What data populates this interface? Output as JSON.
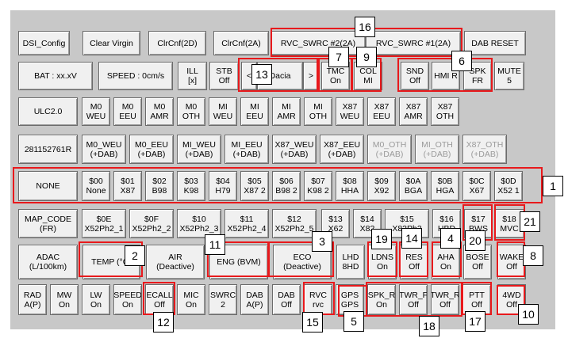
{
  "buttons": [
    {
      "id": "dsi-config",
      "label": "DSI_Config"
    },
    {
      "id": "clear-virgin",
      "label": "Clear Virgin"
    },
    {
      "id": "clrcnf-2d",
      "label": "ClrCnf(2D)"
    },
    {
      "id": "clrcnf-2a",
      "label": "ClrCnf(2A)"
    },
    {
      "id": "rvc-swrc-2",
      "label": "RVC_SWRC #2(2A)"
    },
    {
      "id": "rvc-swrc-1",
      "label": "RVC_SWRC #1(2A)"
    },
    {
      "id": "dab-reset",
      "label": "DAB RESET"
    },
    {
      "id": "bat",
      "label": "BAT : xx.xV"
    },
    {
      "id": "speed",
      "label": "SPEED : 0cm/s"
    },
    {
      "id": "ill",
      "label": "ILL\n[x]"
    },
    {
      "id": "stb",
      "label": "STB\nOff"
    },
    {
      "id": "prev",
      "label": "<"
    },
    {
      "id": "brand",
      "label": "Dacia"
    },
    {
      "id": "next",
      "label": ">"
    },
    {
      "id": "tmc",
      "label": "TMC\nOn"
    },
    {
      "id": "col",
      "label": "COL\nMI"
    },
    {
      "id": "snd",
      "label": "SND\nOff"
    },
    {
      "id": "hmi",
      "label": "HMI R"
    },
    {
      "id": "spk",
      "label": "SPK\nFR"
    },
    {
      "id": "mute",
      "label": "MUTE\n5"
    },
    {
      "id": "ulc",
      "label": "ULC2.0"
    },
    {
      "id": "m0-weu",
      "label": "M0\nWEU"
    },
    {
      "id": "m0-eeu",
      "label": "M0\nEEU"
    },
    {
      "id": "m0-amr",
      "label": "M0\nAMR"
    },
    {
      "id": "m0-oth",
      "label": "M0\nOTH"
    },
    {
      "id": "mi-weu",
      "label": "MI\nWEU"
    },
    {
      "id": "mi-eeu",
      "label": "MI\nEEU"
    },
    {
      "id": "mi-amr",
      "label": "MI\nAMR"
    },
    {
      "id": "mi-oth",
      "label": "MI\nOTH"
    },
    {
      "id": "x87-weu",
      "label": "X87\nWEU"
    },
    {
      "id": "x87-eeu",
      "label": "X87\nEEU"
    },
    {
      "id": "x87-amr",
      "label": "X87\nAMR"
    },
    {
      "id": "x87-oth",
      "label": "X87\nOTH"
    },
    {
      "id": "part-no",
      "label": "281152761R"
    },
    {
      "id": "m0-weu-dab",
      "label": "M0_WEU\n(+DAB)"
    },
    {
      "id": "m0-eeu-dab",
      "label": "M0_EEU\n(+DAB)"
    },
    {
      "id": "mi-weu-dab",
      "label": "MI_WEU\n(+DAB)"
    },
    {
      "id": "mi-eeu-dab",
      "label": "MI_EEU\n(+DAB)"
    },
    {
      "id": "x87-weu-dab",
      "label": "X87_WEU\n(+DAB)"
    },
    {
      "id": "x87-eeu-dab",
      "label": "X87_EEU\n(+DAB)"
    },
    {
      "id": "m0-oth-dab",
      "label": "M0_OTH\n(+DAB)",
      "disabled": true
    },
    {
      "id": "mi-oth-dab",
      "label": "MI_OTH\n(+DAB)",
      "disabled": true
    },
    {
      "id": "x87-oth-dab",
      "label": "X87_OTH\n(+DAB)",
      "disabled": true
    },
    {
      "id": "none",
      "label": "NONE"
    },
    {
      "id": "code-00",
      "label": "$00\nNone"
    },
    {
      "id": "code-01",
      "label": "$01\nX87"
    },
    {
      "id": "code-02",
      "label": "$02\nB98"
    },
    {
      "id": "code-03",
      "label": "$03\nK98"
    },
    {
      "id": "code-04",
      "label": "$04\nH79"
    },
    {
      "id": "code-05",
      "label": "$05\nX87 2"
    },
    {
      "id": "code-06",
      "label": "$06\nB98 2"
    },
    {
      "id": "code-07",
      "label": "$07\nK98 2"
    },
    {
      "id": "code-08",
      "label": "$08\nHHA"
    },
    {
      "id": "code-09",
      "label": "$09\nX92"
    },
    {
      "id": "code-0a",
      "label": "$0A\nBGA"
    },
    {
      "id": "code-0b",
      "label": "$0B\nHGA"
    },
    {
      "id": "code-0c",
      "label": "$0C\nX67"
    },
    {
      "id": "code-0d",
      "label": "$0D\nX52 1"
    },
    {
      "id": "map-code",
      "label": "MAP_CODE\n(FR)"
    },
    {
      "id": "code-0e",
      "label": "$0E\nX52Ph2_1"
    },
    {
      "id": "code-0f",
      "label": "$0F\nX52Ph2_2"
    },
    {
      "id": "code-10",
      "label": "$10\nX52Ph2_3"
    },
    {
      "id": "code-11",
      "label": "$11\nX52Ph2_4"
    },
    {
      "id": "code-12",
      "label": "$12\nX52Ph2_5"
    },
    {
      "id": "code-13",
      "label": "$13\nX62"
    },
    {
      "id": "code-14",
      "label": "$14\nX82"
    },
    {
      "id": "code-15",
      "label": "$15\nX82Ph2"
    },
    {
      "id": "code-16",
      "label": "$16\nHBD"
    },
    {
      "id": "code-17",
      "label": "$17\nBWS"
    },
    {
      "id": "code-18",
      "label": "$18\nMVC"
    },
    {
      "id": "adac",
      "label": "ADAC\n(L/100km)"
    },
    {
      "id": "temp",
      "label": "TEMP (°C)"
    },
    {
      "id": "air",
      "label": "AIR\n(Deactive)"
    },
    {
      "id": "eng",
      "label": "ENG (BVM)"
    },
    {
      "id": "eco",
      "label": "ECO\n(Deactive)"
    },
    {
      "id": "lhd",
      "label": "LHD\n8HD"
    },
    {
      "id": "ldns",
      "label": "LDNS\nOn"
    },
    {
      "id": "res",
      "label": "RES\nOff"
    },
    {
      "id": "aha",
      "label": "AHA\nOn"
    },
    {
      "id": "bose",
      "label": "BOSE\nOff"
    },
    {
      "id": "wake",
      "label": "WAKE\nOff"
    },
    {
      "id": "rad",
      "label": "RAD\nA(P)"
    },
    {
      "id": "mw",
      "label": "MW\nOn"
    },
    {
      "id": "lw",
      "label": "LW\nOn"
    },
    {
      "id": "speed-on",
      "label": "SPEED\nOn"
    },
    {
      "id": "ecall",
      "label": "ECALL\nOff"
    },
    {
      "id": "mic",
      "label": "MIC\nOn"
    },
    {
      "id": "swrc",
      "label": "SWRC\n2"
    },
    {
      "id": "dab",
      "label": "DAB\nA(P)"
    },
    {
      "id": "dab-off",
      "label": "DAB\nOff"
    },
    {
      "id": "rvc",
      "label": "RVC\nrvc"
    },
    {
      "id": "gps",
      "label": "GPS\nGPS"
    },
    {
      "id": "spk-r",
      "label": "SPK_R\nOn"
    },
    {
      "id": "twr-f",
      "label": "TWR_F\nOff"
    },
    {
      "id": "twr-r",
      "label": "TWR_R\nOff"
    },
    {
      "id": "ptt",
      "label": "PTT\nOff"
    },
    {
      "id": "4wd",
      "label": "4WD\nOff"
    }
  ],
  "tags": [
    "1",
    "2",
    "3",
    "4",
    "5",
    "6",
    "7",
    "8",
    "9",
    "10",
    "11",
    "12",
    "13",
    "14",
    "15",
    "16",
    "17",
    "18",
    "19",
    "20",
    "21"
  ],
  "highlight_color": "#e8191c"
}
